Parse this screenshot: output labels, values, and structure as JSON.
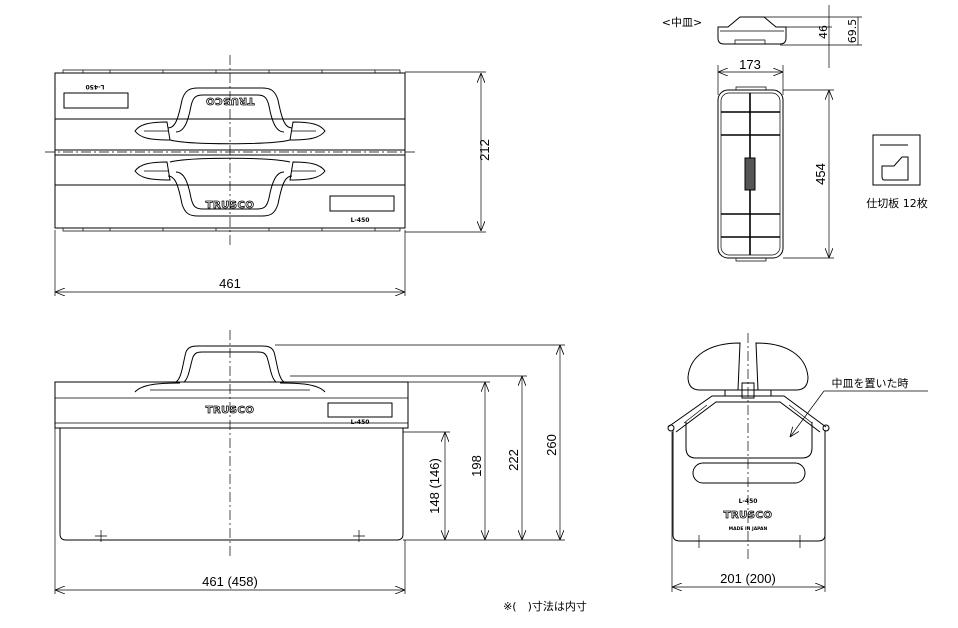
{
  "top_view": {
    "dim_width": "461",
    "dim_depth": "212",
    "brand": "TRUSCO",
    "model": "L-450"
  },
  "front_view": {
    "dim_width": "461 (458)",
    "dim_body_height": "148 (146)",
    "dim_lid_height": "198",
    "dim_handle_base": "222",
    "dim_total_height": "260",
    "brand": "TRUSCO",
    "model": "L-450"
  },
  "tray": {
    "title": "<中皿>",
    "dim_height_inner": "46",
    "dim_height_total": "69.5",
    "dim_width": "173",
    "dim_length": "454"
  },
  "partition": {
    "label": "仕切板 12枚"
  },
  "side_view": {
    "callout": "中皿を置いた時",
    "dim_width": "201 (200)",
    "model": "L-450",
    "brand": "TRUSCO",
    "origin": "MADE IN JAPAN"
  },
  "note": "※(　)寸法は内寸"
}
